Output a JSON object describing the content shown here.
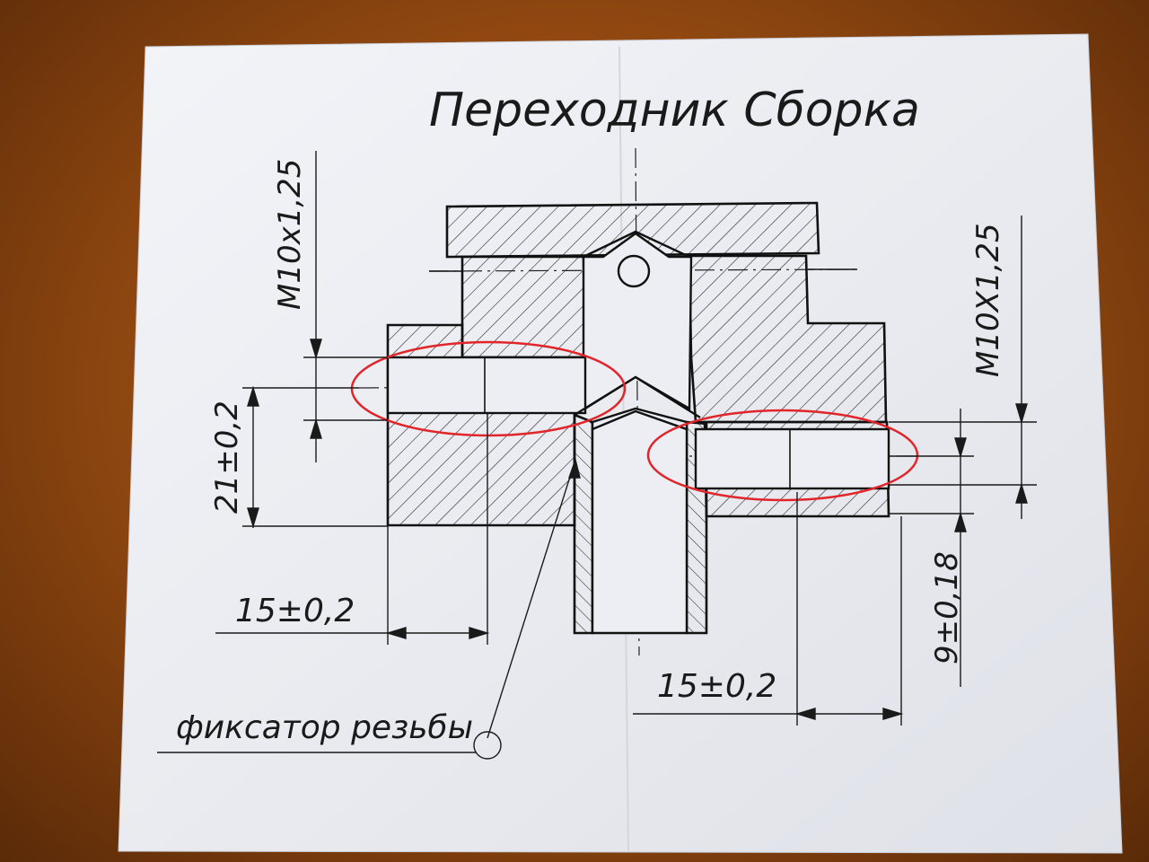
{
  "drawing": {
    "title": "Переходник Сборка",
    "dimensions": {
      "thread_left": "M10x1,25",
      "thread_right": "M10X1,25",
      "height_left": "21±0,2",
      "width_bottom_left": "15±0,2",
      "width_bottom_right": "15±0,2",
      "offset_right": "9±0,18"
    },
    "callout": "фиксатор резьбы"
  },
  "colors": {
    "paper": "#eef0f4",
    "ink": "#1a1a1a",
    "highlight": "#e0262b",
    "table": "#9a4f14"
  }
}
